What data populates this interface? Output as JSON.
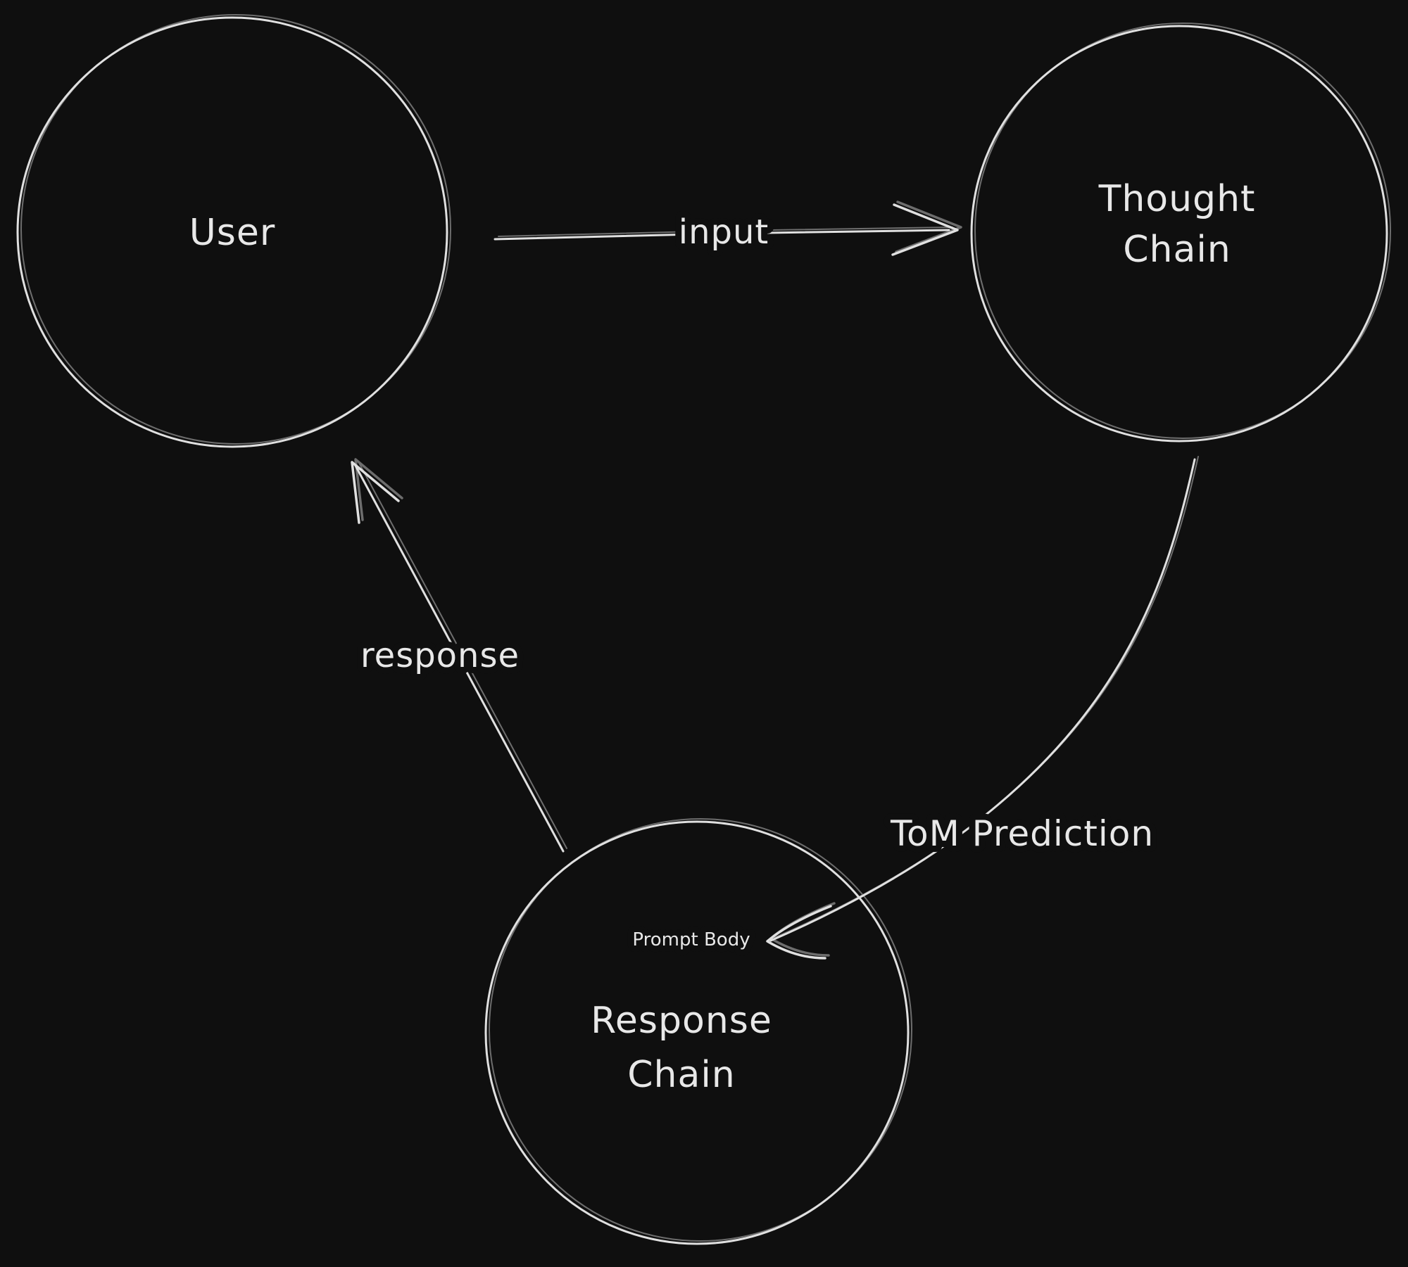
{
  "canvas": {
    "background": "#0f0f0f",
    "ink": "#e0e0e0"
  },
  "nodes": {
    "user": {
      "label": "User"
    },
    "thought_chain": {
      "line1": "Thought",
      "line2": "Chain"
    },
    "response_chain": {
      "line1": "Response",
      "line2": "Chain"
    }
  },
  "edges": {
    "input": {
      "label": "input",
      "from": "User",
      "to": "Thought Chain"
    },
    "tom_prediction": {
      "label": "ToM Prediction",
      "from": "Thought Chain",
      "to": "Response Chain"
    },
    "response": {
      "label": "response",
      "from": "Response Chain",
      "to": "User"
    }
  },
  "annotations": {
    "prompt_body": {
      "label": "Prompt Body"
    }
  }
}
